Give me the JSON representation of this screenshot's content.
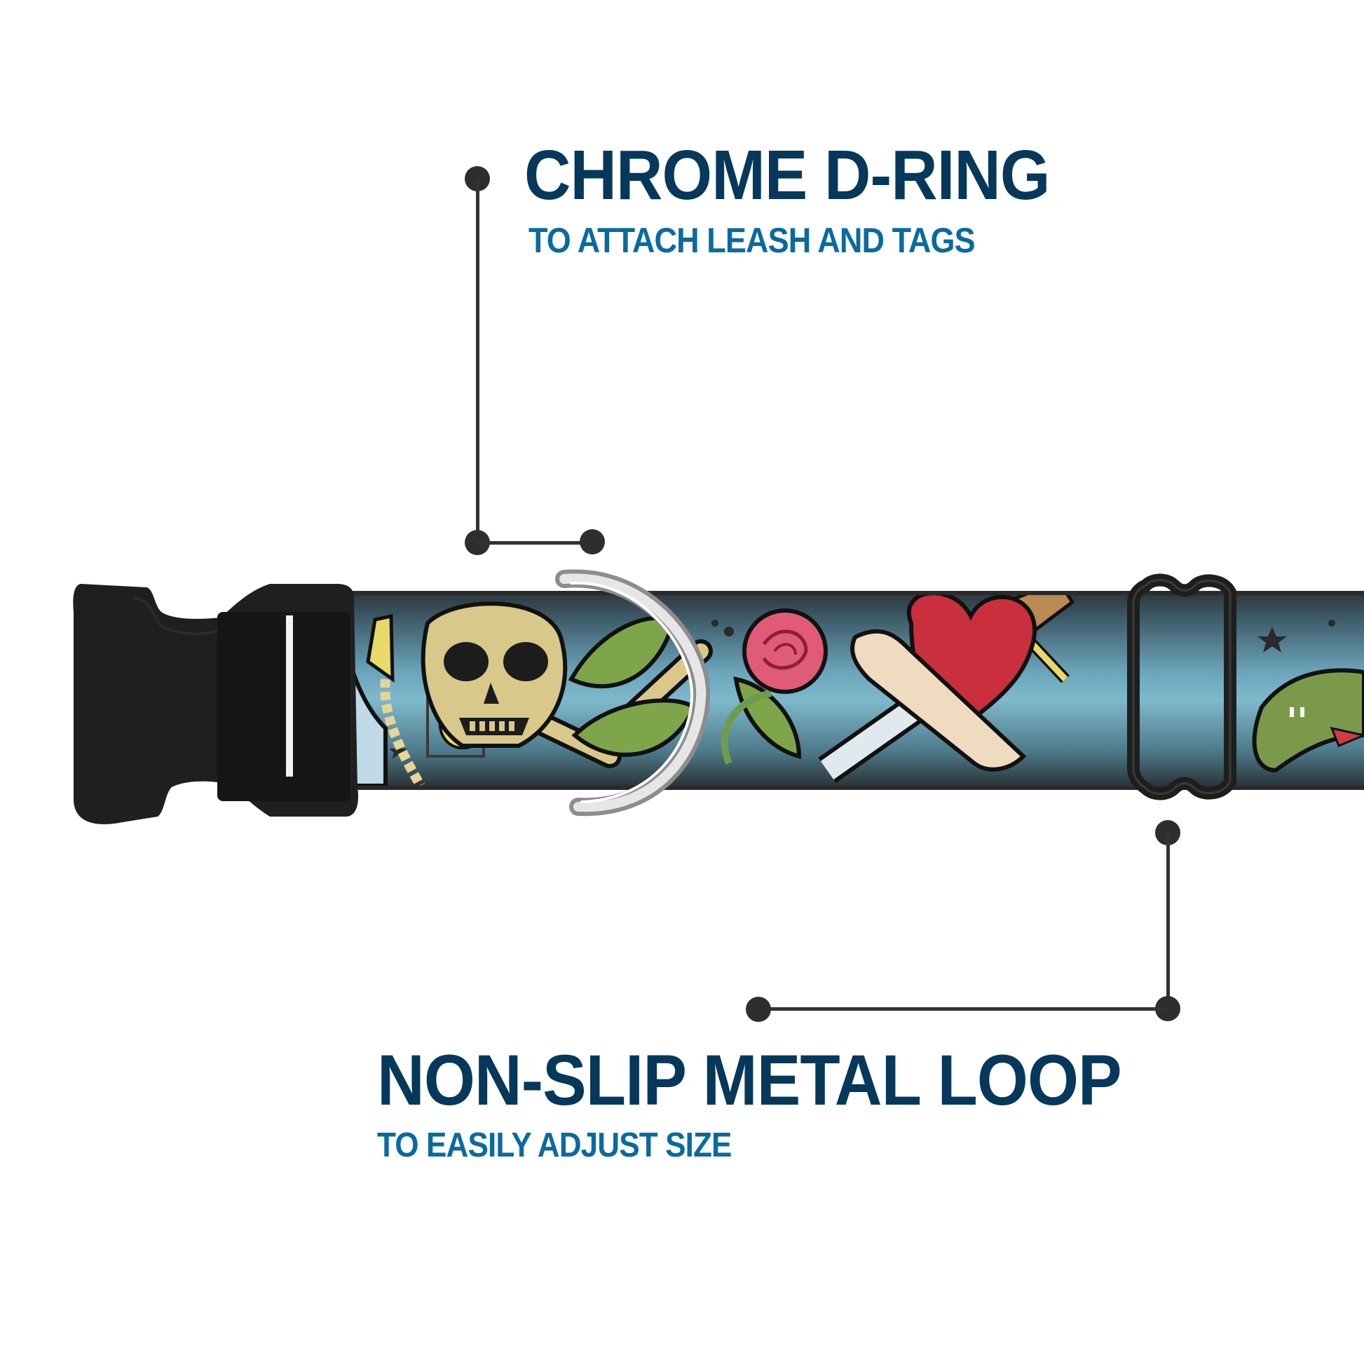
{
  "callouts": {
    "d_ring": {
      "title": "CHROME D-RING",
      "subtitle": "TO ATTACH LEASH AND TAGS"
    },
    "metal_loop": {
      "title": "NON-SLIP METAL LOOP",
      "subtitle": "TO EASILY ADJUST SIZE"
    }
  },
  "product": {
    "type": "dog collar",
    "pattern": "tattoo flash art (skull & crossbones, roses, dagger heart, anchor, snake, stars)",
    "components": [
      "side-release plastic buckle",
      "chrome D-ring",
      "slide loop"
    ]
  },
  "colors": {
    "title": "#05385a",
    "subtitle": "#0a6aa0",
    "leader_line": "#333333",
    "buckle": "#1f1f1f",
    "collar_base": "#6ba4ba",
    "chrome": "#c8c8c8"
  }
}
